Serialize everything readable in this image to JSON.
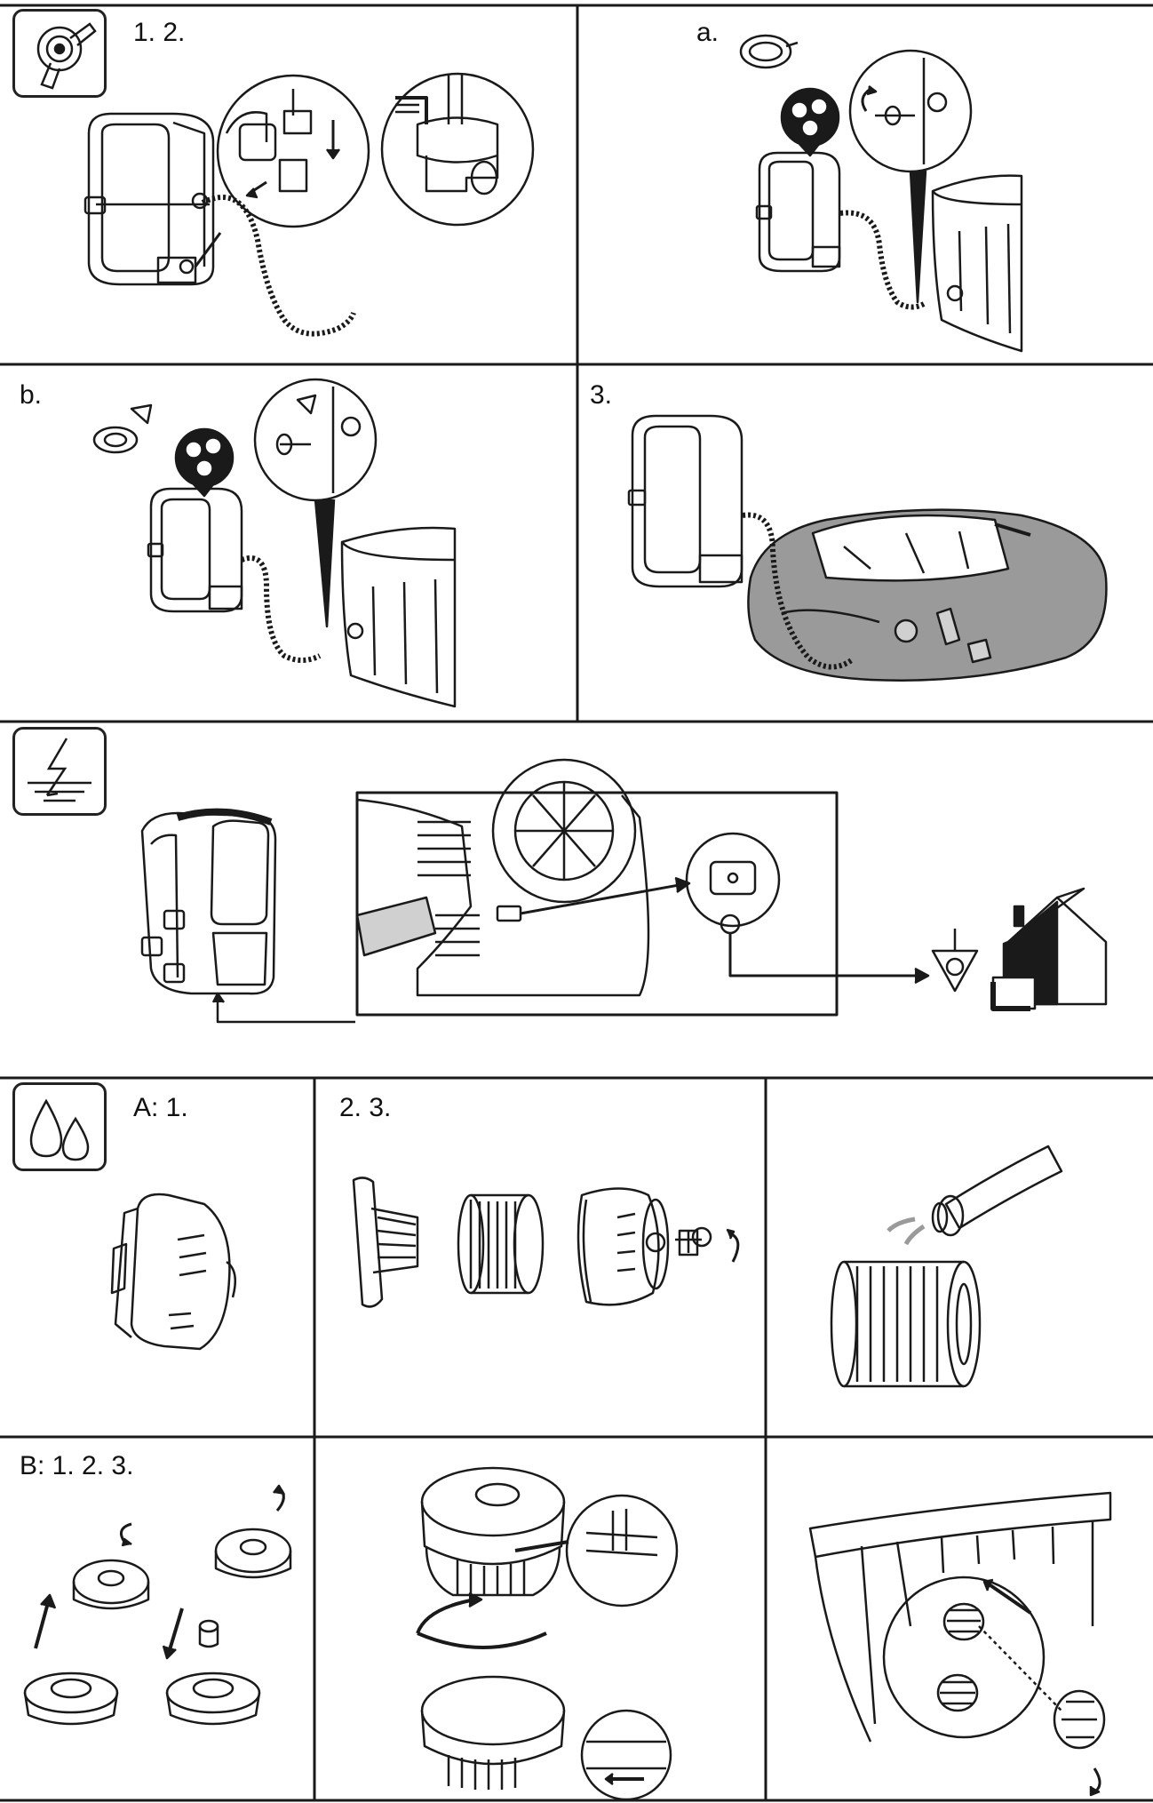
{
  "labels": {
    "step_1_2": "1. 2.",
    "step_a": "a.",
    "step_b": "b.",
    "step_3": "3.",
    "cleaning_a": "A: 1.",
    "cleaning_2_3": "2. 3.",
    "cleaning_b": "B: 1. 2. 3."
  },
  "icons": {
    "setup": "valve-plug-icon",
    "electrical": "ground-lightning-icon",
    "maintenance": "water-drops-icon"
  },
  "colors": {
    "line": "#1a1a1a",
    "shade": "#9a9a9a",
    "light_shade": "#d0d0d0",
    "background": "#ffffff"
  }
}
